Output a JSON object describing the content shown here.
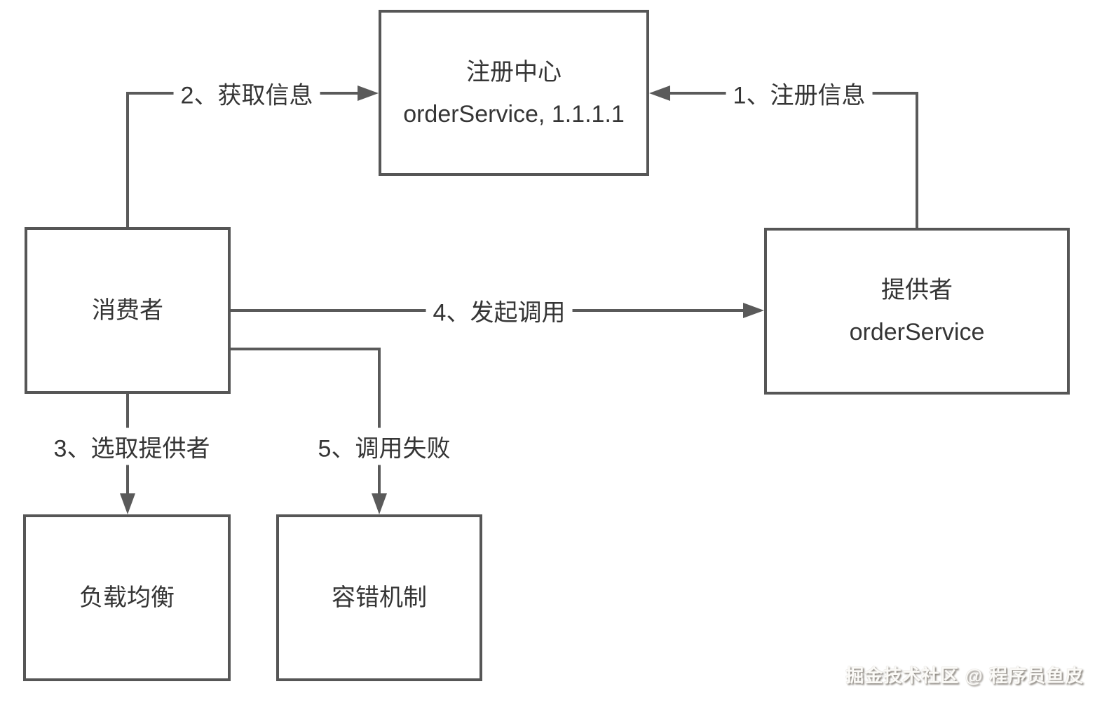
{
  "diagram": {
    "boxes": {
      "registry": {
        "lines": [
          "注册中心",
          "orderService, 1.1.1.1"
        ]
      },
      "consumer": {
        "lines": [
          "消费者"
        ]
      },
      "provider": {
        "lines": [
          "提供者",
          "orderService"
        ]
      },
      "load_balancer": {
        "lines": [
          "负载均衡"
        ]
      },
      "fault_tolerance": {
        "lines": [
          "容错机制"
        ]
      }
    },
    "edges": [
      {
        "id": "1",
        "label": "1、注册信息",
        "from": "provider",
        "to": "registry"
      },
      {
        "id": "2",
        "label": "2、获取信息",
        "from": "consumer",
        "to": "registry"
      },
      {
        "id": "3",
        "label": "3、选取提供者",
        "from": "consumer",
        "to": "load_balancer"
      },
      {
        "id": "4",
        "label": "4、发起调用",
        "from": "consumer",
        "to": "provider"
      },
      {
        "id": "5",
        "label": "5、调用失败",
        "from": "consumer",
        "to": "fault_tolerance"
      }
    ],
    "colors": {
      "line": "#5a5a5a",
      "border": "#565656",
      "text": "#353535",
      "background": "#ffffff"
    }
  },
  "watermark": {
    "text": "掘金技术社区 @ 程序员鱼皮"
  }
}
